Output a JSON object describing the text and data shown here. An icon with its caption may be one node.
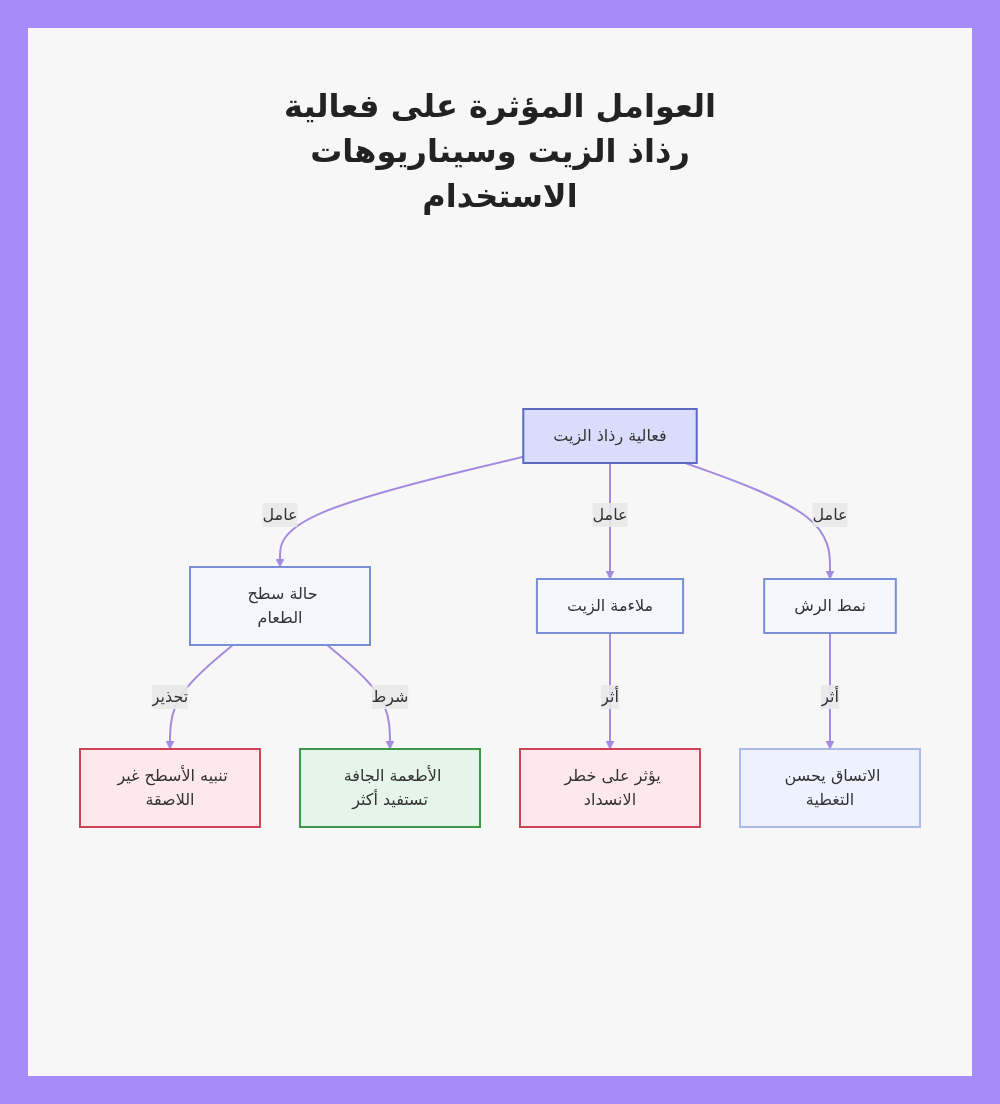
{
  "diagram": {
    "title": "العوامل المؤثرة على فعالية رذاذ الزيت وسيناريوهات الاستخدام",
    "nodes": [
      {
        "text": [
          "فعالية رذاذ الزيت"
        ]
      },
      {
        "text": [
          "حالة سطح الطعام"
        ]
      },
      {
        "text": [
          "ملاءمة الزيت"
        ]
      },
      {
        "text": [
          "نمط الرش"
        ]
      },
      {
        "text": [
          "تنبيه الأسطح غير اللاصقة"
        ]
      },
      {
        "text": [
          "الأطعمة الجافة تستفيد أكثر"
        ]
      },
      {
        "text": [
          "يؤثر على خطر الانسداد"
        ]
      },
      {
        "text": [
          "الاتساق يحسن التغطية"
        ]
      }
    ],
    "edges": [
      {
        "from": 0,
        "to": 1,
        "arrow": "to",
        "label": "عامل"
      },
      {
        "from": 0,
        "to": 2,
        "arrow": "to",
        "label": "عامل"
      },
      {
        "from": 0,
        "to": 3,
        "arrow": "to",
        "label": "عامل"
      },
      {
        "from": 1,
        "to": 4,
        "arrow": "to",
        "label": "تحذير"
      },
      {
        "from": 1,
        "to": 5,
        "arrow": "to",
        "label": "شرط"
      },
      {
        "from": 2,
        "to": 6,
        "arrow": "to",
        "label": "أثر"
      },
      {
        "from": 3,
        "to": 7,
        "arrow": "to",
        "label": "أثر"
      }
    ]
  }
}
